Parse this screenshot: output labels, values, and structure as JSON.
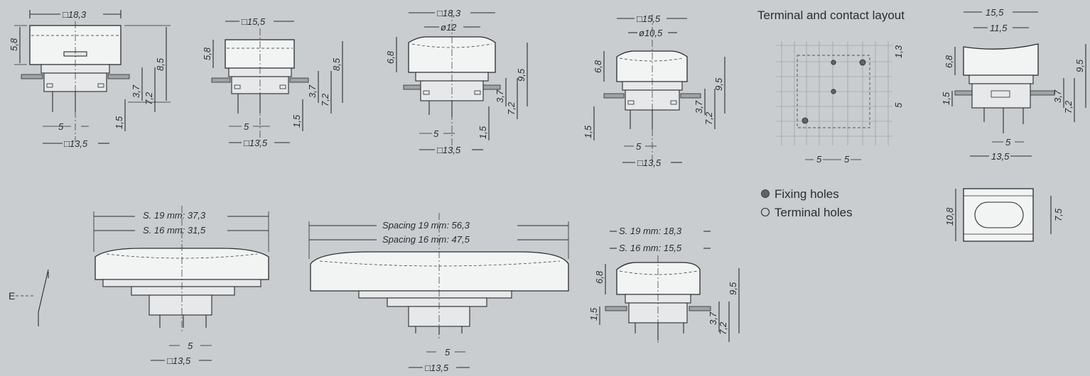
{
  "fig1": {
    "w": "□18,3",
    "h_cap": "5,8",
    "h_total": "8,5",
    "h_37": "3,7",
    "h_72": "7,2",
    "pin": "1,5",
    "pitch": "5",
    "base": "□13,5"
  },
  "fig2": {
    "w": "□15,5",
    "h_cap": "5,8",
    "h_total": "8,5",
    "h_37": "3,7",
    "h_72": "7,2",
    "pin": "1,5",
    "pitch": "5",
    "base": "□13,5"
  },
  "fig3": {
    "w": "□18,3",
    "d": "ø12",
    "h_cap": "6,8",
    "h_total": "9,5",
    "h_37": "3,7",
    "h_72": "7,2",
    "pin": "1,5",
    "pitch": "5",
    "base": "□13,5"
  },
  "fig4": {
    "w": "□15,5",
    "d": "ø10,5",
    "h_cap": "6,8",
    "h_total": "9,5",
    "h_37": "3,7",
    "h_72": "7,2",
    "pin": "1,5",
    "pitch": "5",
    "base": "□13,5"
  },
  "terminal": {
    "title": "Terminal and contact layout",
    "dim_13": "1,3",
    "dim_5v": "5",
    "dim_5a": "5",
    "dim_5b": "5",
    "legend_fixing": "Fixing holes",
    "legend_terminal": "Terminal holes"
  },
  "fig5": {
    "w_outer": "15,5",
    "w_inner": "11,5",
    "h_cap": "6,8",
    "h_total": "9,5",
    "h_37": "3,7",
    "h_72": "7,2",
    "pin": "1,5",
    "pitch": "5",
    "base": "13,5"
  },
  "fig6": {
    "d1": "10,8",
    "d2": "7,5"
  },
  "fig7": {
    "s19": "S. 19 mm: 37,3",
    "s16": "S. 16 mm: 31,5",
    "pitch": "5",
    "base": "□13,5"
  },
  "fig8": {
    "s19": "Spacing 19 mm: 56,3",
    "s16": "Spacing 16 mm: 47,5",
    "pitch": "5",
    "base": "□13,5"
  },
  "fig9": {
    "s19": "S. 19 mm: 18,3",
    "s16": "S. 16 mm: 15,5",
    "h_cap": "6,8",
    "h_total": "9,5",
    "h_37": "3,7",
    "h_72": "7,2",
    "pin": "1,5"
  },
  "symbol": {
    "label": "E"
  }
}
